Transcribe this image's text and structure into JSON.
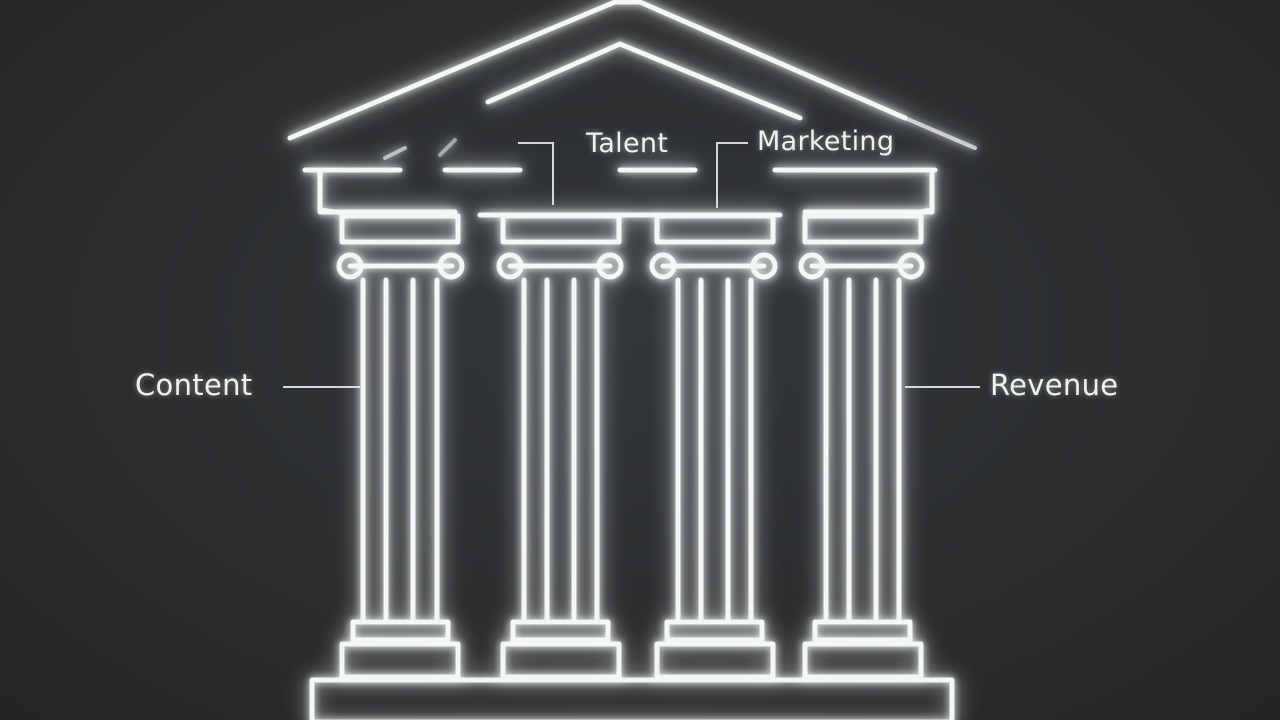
{
  "labels": {
    "talent": "Talent",
    "marketing": "Marketing",
    "content": "Content",
    "revenue": "Revenue"
  },
  "colors": {
    "background": "#2b2d2f",
    "line": "#f4f7f8"
  }
}
